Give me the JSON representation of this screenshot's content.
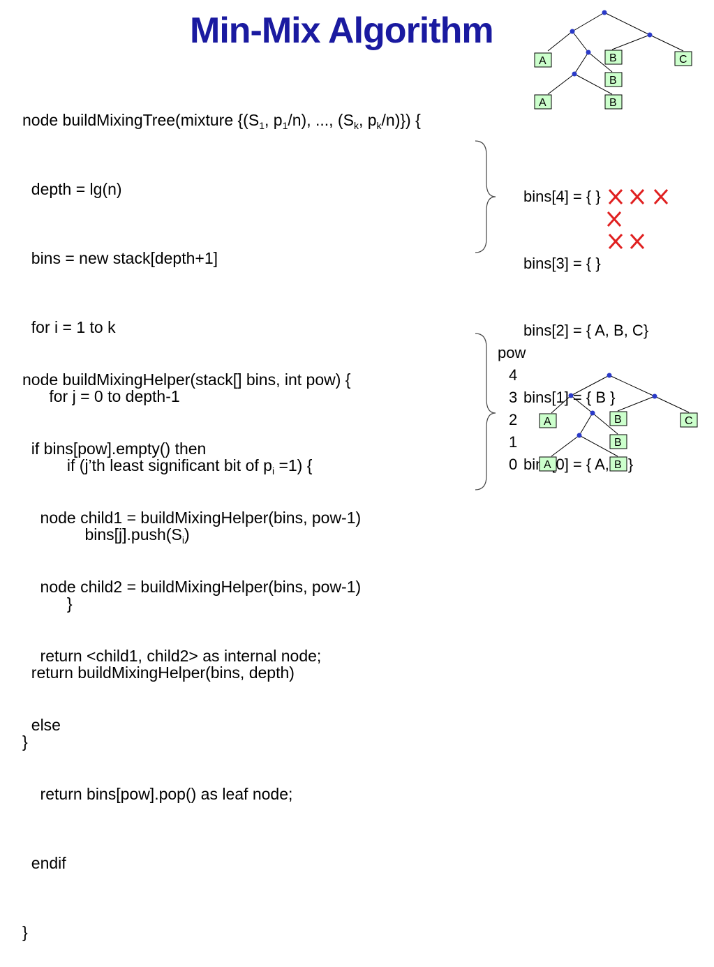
{
  "title": "Min-Mix Algorithm",
  "code1": {
    "l1_pre": "node buildMixingTree(mixture {(S",
    "l1_s1": "1",
    "l1_a": ", p",
    "l1_s2": "1",
    "l1_b": "/n), ..., (S",
    "l1_s3": "k",
    "l1_c": ", p",
    "l1_s4": "k",
    "l1_d": "/n)}) {",
    "l2": "  depth = lg(n)",
    "l3": "  bins = new stack[depth+1]",
    "l4": "  for i = 1 to k",
    "l5": "      for j = 0 to depth-1",
    "l6_pre": "          if (j’th least significant bit of p",
    "l6_sub": "i",
    "l6_post": " =1) {",
    "l7_pre": "              bins[j].push(S",
    "l7_sub": "i",
    "l7_post": ")",
    "l8": "          }",
    "l9": "  return buildMixingHelper(bins, depth)",
    "l10": "}"
  },
  "code2": {
    "l1": "node buildMixingHelper(stack[] bins, int pow) {",
    "l2": "  if bins[pow].empty() then",
    "l3": "    node child1 = buildMixingHelper(bins, pow-1)",
    "l4": "    node child2 = buildMixingHelper(bins, pow-1)",
    "l5": "    return <child1, child2> as internal node;",
    "l6": "  else",
    "l7": "    return bins[pow].pop() as leaf node;",
    "l8": "  endif",
    "l9": "}"
  },
  "bins": [
    "bins[4] = { }",
    "bins[3] = { }",
    "bins[2] = { A, B, C}",
    "bins[1] = { B }",
    "bins[0] = { A, B }"
  ],
  "pow": {
    "label": "pow",
    "values": [
      "4",
      "3",
      "2",
      "1",
      "0"
    ]
  },
  "tree_top": {
    "leaves": [
      "A",
      "B",
      "C",
      "B",
      "A",
      "B"
    ]
  },
  "tree_bottom": {
    "leaves": [
      "A",
      "B",
      "C",
      "B",
      "A",
      "B"
    ]
  },
  "colors": {
    "title": "#1a1aa0",
    "leaf_fill": "#ccffcc",
    "node": "#2a3ac8",
    "cross": "#e02020"
  }
}
